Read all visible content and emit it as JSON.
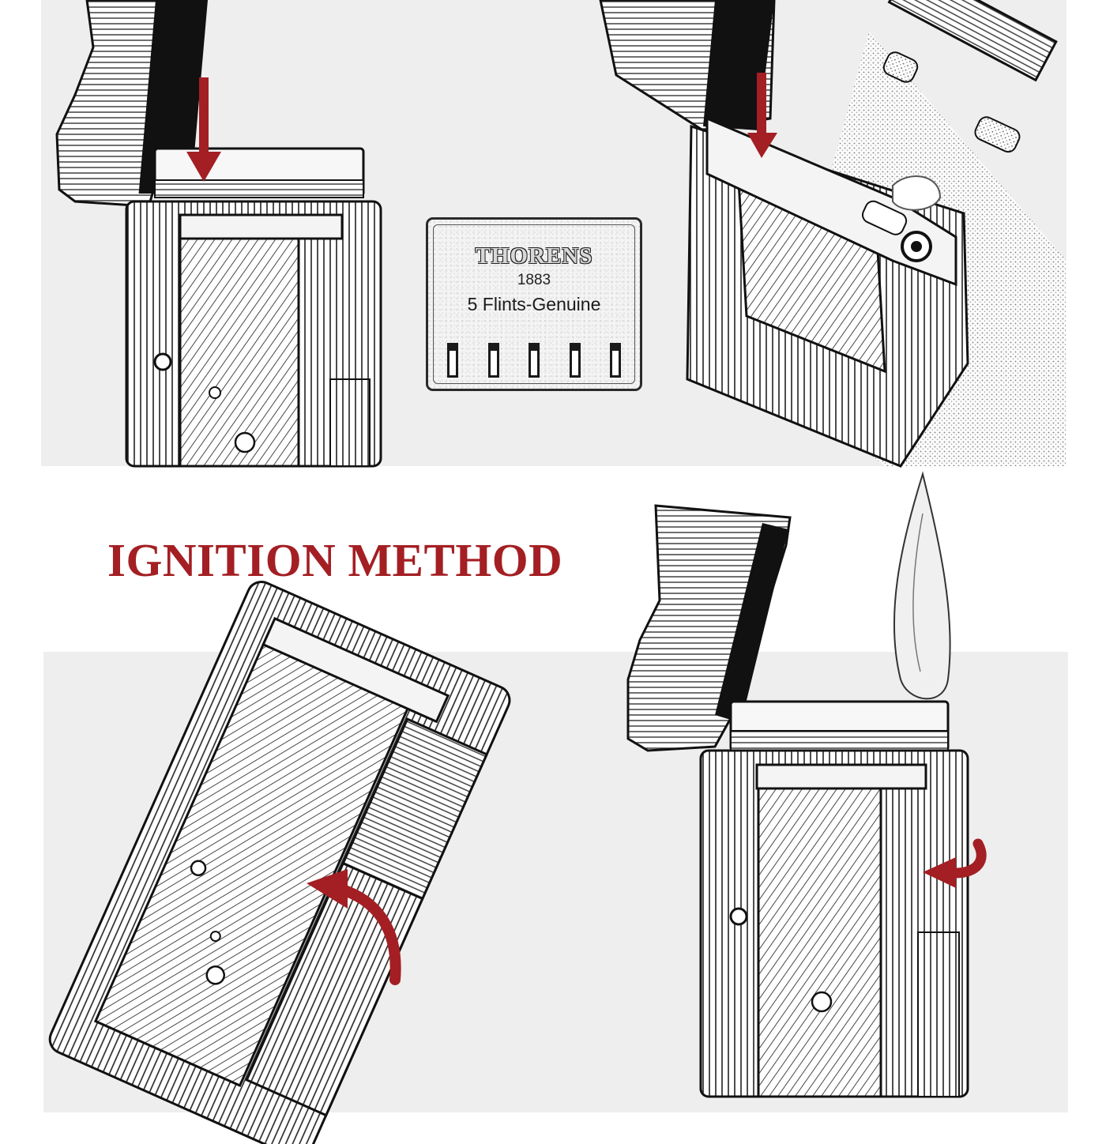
{
  "title": "IGNITION METHOD",
  "flint_pack": {
    "brand": "THORENS",
    "year": "1883",
    "label": "5 Flints-Genuine",
    "slot_count": 5
  },
  "colors": {
    "accent": "#a31f23",
    "panel": "#eeeeee",
    "ink": "#1a1a1a",
    "background": "#ffffff"
  },
  "illustrations": [
    "lighter-lid-open-with-down-arrow",
    "flint-pack",
    "lighter-flint-insertion-with-down-arrow",
    "lighter-wheel-roll-with-curved-arrow",
    "lighter-lit-flame-with-curved-arrow"
  ]
}
